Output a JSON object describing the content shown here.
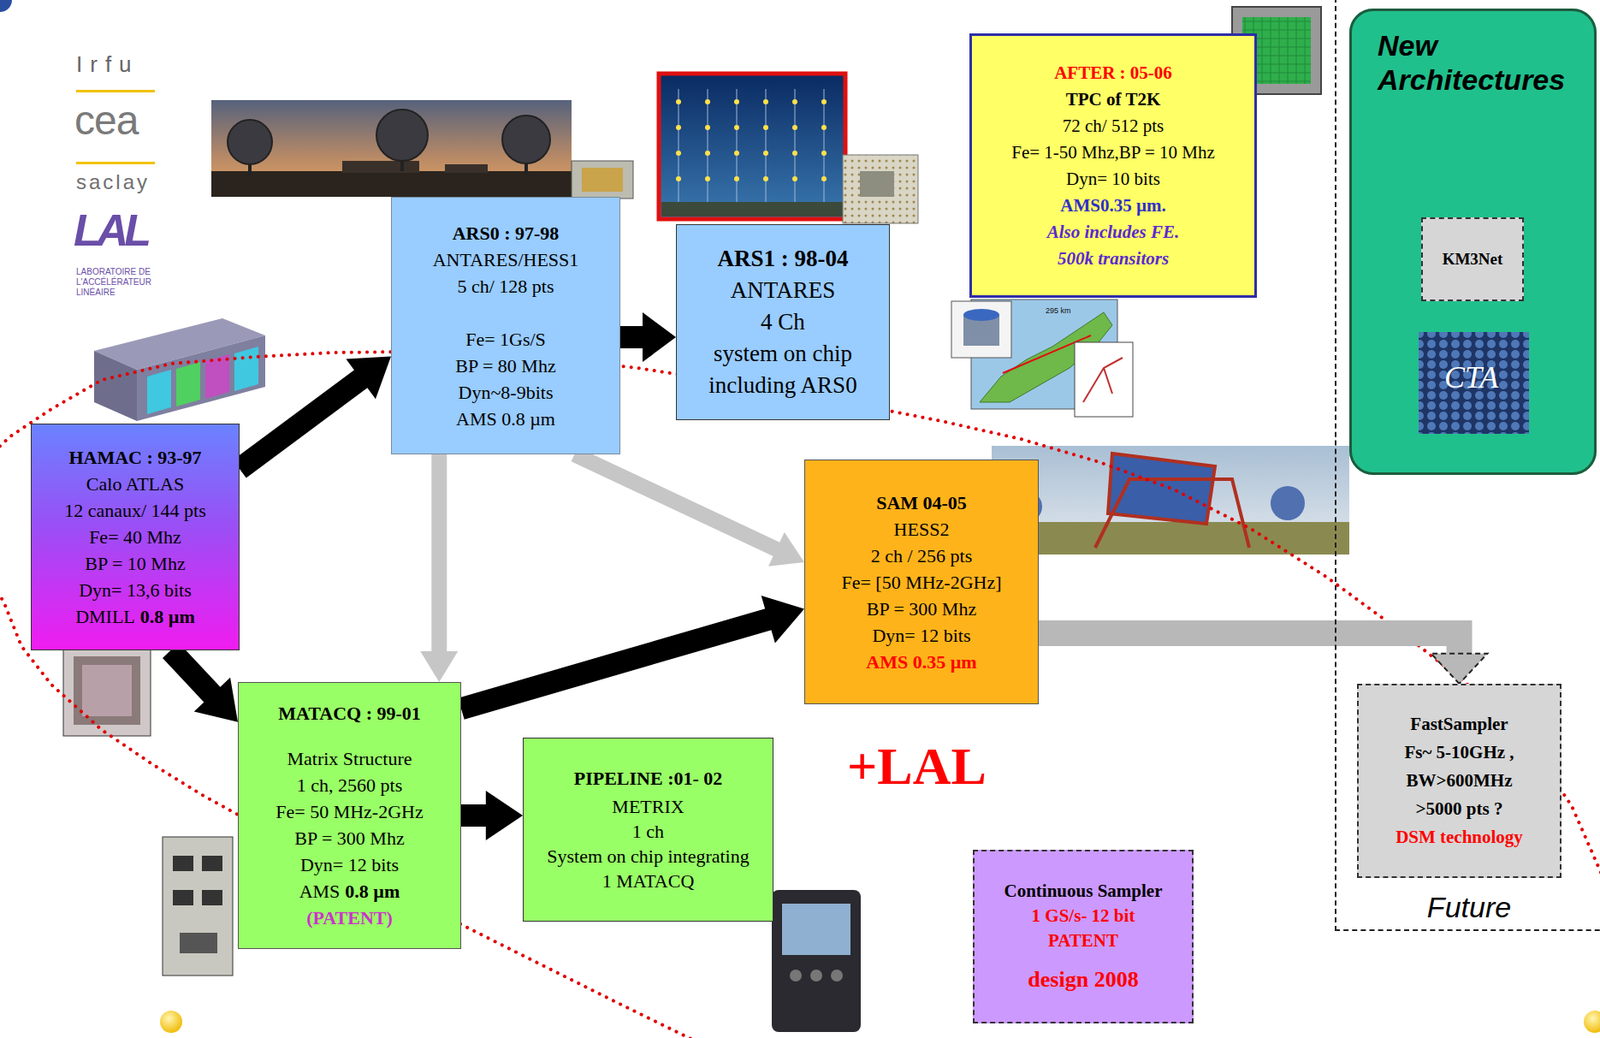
{
  "diagram": {
    "nodes": [
      {
        "text": [
          "Future"
        ]
      },
      {
        "text": [
          "New Architectures"
        ],
        "in": 0
      },
      {
        "text": [
          "KM3Net"
        ],
        "in": 1
      },
      {
        "text": [
          "FastSampler",
          "Fs~ 5-10GHz ,",
          "BW>600MHz",
          ">5000 pts ?",
          "DSM technology"
        ],
        "in": 0
      },
      {
        "text": [
          "AFTER : 05-06",
          "TPC of T2K",
          "72 ch/ 512 pts",
          "Fe= 1-50 Mhz,BP = 10 Mhz",
          "Dyn= 10 bits",
          "AMS0.35 µm.",
          "Also includes FE.",
          "500k transitors"
        ]
      },
      {
        "text": [
          "ARS0 : 97-98",
          "ANTARES/HESS1",
          "5 ch/ 128 pts",
          "Fe= 1Gs/S",
          "BP = 80 Mhz",
          "Dyn~8-9bits",
          "AMS 0.8 µm"
        ]
      },
      {
        "text": [
          "ARS1 : 98-04",
          "ANTARES",
          "4 Ch",
          "system on chip including ARS0"
        ]
      },
      {
        "text": [
          "HAMAC : 93-97",
          "Calo ATLAS",
          "12 canaux/ 144 pts",
          "Fe= 40 Mhz",
          "BP = 10 Mhz",
          "Dyn= 13,6 bits",
          "DMILL",
          "0.8 µm"
        ]
      },
      {
        "text": [
          "SAM 04-05",
          "HESS2",
          "2 ch / 256 pts",
          "Fe= [50 MHz-2GHz]",
          "BP = 300 Mhz",
          "Dyn= 12 bits",
          "AMS 0.35 µm"
        ]
      },
      {
        "text": [
          "MATACQ : 99-01",
          "Matrix Structure",
          "1 ch, 2560 pts",
          "Fe= 50 MHz-2GHz",
          "BP = 300 Mhz",
          "Dyn= 12 bits",
          "AMS",
          "0.8 µm",
          "(PATENT)"
        ]
      },
      {
        "text": [
          "PIPELINE :01- 02",
          "METRIX",
          "1 ch",
          "System on chip integrating 1 MATACQ"
        ]
      },
      {
        "text": [
          "Continuous Sampler",
          "1 GS/s- 12 bit",
          "PATENT",
          "design 2008"
        ]
      }
    ],
    "edges": [
      {
        "from": 7,
        "to": 5,
        "arrow": "to"
      },
      {
        "from": 7,
        "to": 9,
        "arrow": "to"
      },
      {
        "from": 5,
        "to": 6,
        "arrow": "to"
      },
      {
        "from": 5,
        "to": 9,
        "arrow": "to"
      },
      {
        "from": 5,
        "to": 8,
        "arrow": "to"
      },
      {
        "from": 9,
        "to": 8,
        "arrow": "to"
      },
      {
        "from": 9,
        "to": 10,
        "arrow": "to"
      },
      {
        "from": 8,
        "to": 3,
        "arrow": "to"
      }
    ],
    "labels": [
      "Irfu",
      "cea",
      "saclay",
      "LAL",
      "LABORATOIRE DE L'ACCÉLÉRATEUR LINÉAIRE",
      "+LAL",
      "CTA",
      "295 km"
    ]
  }
}
